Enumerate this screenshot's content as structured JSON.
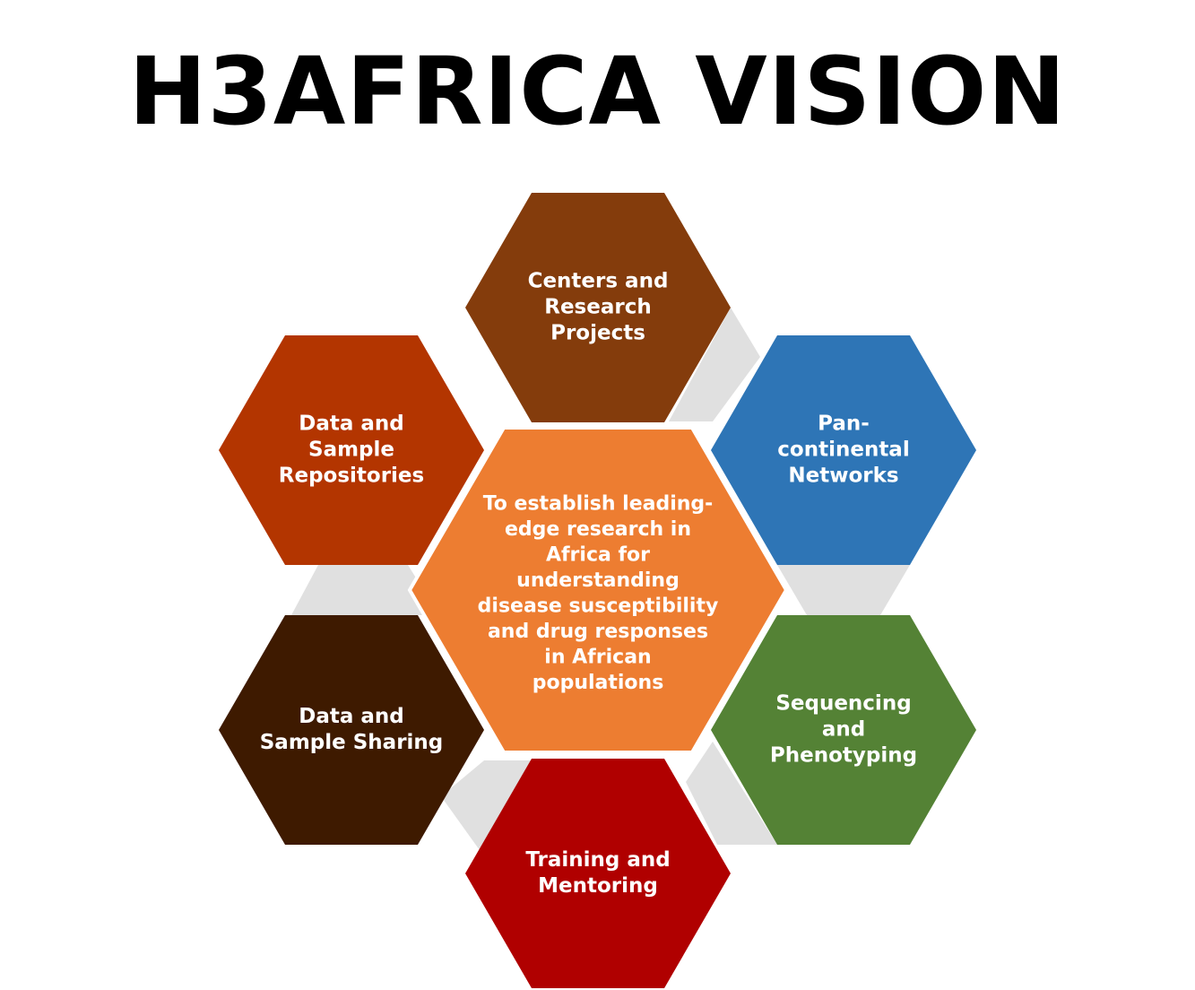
{
  "title": "H3AFRICA VISION",
  "center": {
    "lines": [
      "To establish leading-",
      "edge research in",
      "Africa for",
      "understanding",
      "disease susceptibility",
      "and drug responses",
      "in African",
      "populations"
    ],
    "color": "#ED7D31"
  },
  "hexagons": [
    {
      "key": "centers",
      "lines": [
        "Centers and",
        "Research",
        "Projects"
      ],
      "color": "#843C0C"
    },
    {
      "key": "networks",
      "lines": [
        "Pan-",
        "continental",
        "Networks"
      ],
      "color": "#2E75B6"
    },
    {
      "key": "sequencing",
      "lines": [
        "Sequencing",
        "and",
        "Phenotyping"
      ],
      "color": "#548235"
    },
    {
      "key": "training",
      "lines": [
        "Training and",
        "Mentoring"
      ],
      "color": "#B00000"
    },
    {
      "key": "sharing",
      "lines": [
        "Data and",
        "Sample Sharing"
      ],
      "color": "#3E1A00"
    },
    {
      "key": "repositories",
      "lines": [
        "Data and",
        "Sample",
        "Repositories"
      ],
      "color": "#B33500"
    }
  ],
  "connector_color": "#E0E0E0"
}
